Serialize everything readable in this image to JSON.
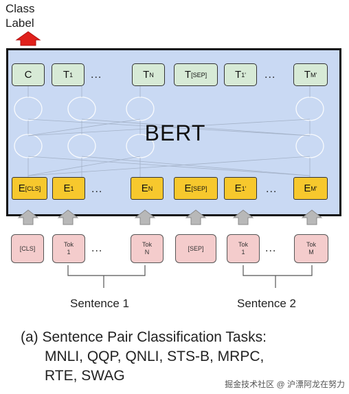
{
  "class_label": "Class\nLabel",
  "model_title": "BERT",
  "output_tokens": [
    {
      "main": "C",
      "sub": ""
    },
    {
      "main": "T",
      "sub": "1"
    },
    {
      "main": "T",
      "sub": "N"
    },
    {
      "main": "T",
      "sub": "[SEP]"
    },
    {
      "main": "T",
      "sub": "1'"
    },
    {
      "main": "T",
      "sub": "M'"
    }
  ],
  "embeddings": [
    {
      "main": "E",
      "sub": "[CLS]"
    },
    {
      "main": "E",
      "sub": "1"
    },
    {
      "main": "E",
      "sub": "N"
    },
    {
      "main": "E",
      "sub": "[SEP]"
    },
    {
      "main": "E",
      "sub": "1'"
    },
    {
      "main": "E",
      "sub": "M'"
    }
  ],
  "input_tokens": [
    "[CLS]",
    "Tok\n1",
    "Tok\nN",
    "[SEP]",
    "Tok\n1",
    "Tok\nM"
  ],
  "ellipsis": "...",
  "sentences": [
    "Sentence 1",
    "Sentence 2"
  ],
  "caption": {
    "line1": "(a) Sentence Pair Classification Tasks:",
    "line2": "MNLI, QQP, QNLI, STS-B, MRPC,",
    "line3": "RTE, SWAG"
  },
  "watermark": "掘金技术社区 @ 沪漂阿龙在努力",
  "colors": {
    "bert_background": "#c9d9f3",
    "output_node": "#d7ead6",
    "embedding_node": "#f7c82d",
    "token_node": "#f4cccc",
    "arrow_red": "#e0201b",
    "arrow_gray": "#b8b8b8"
  }
}
